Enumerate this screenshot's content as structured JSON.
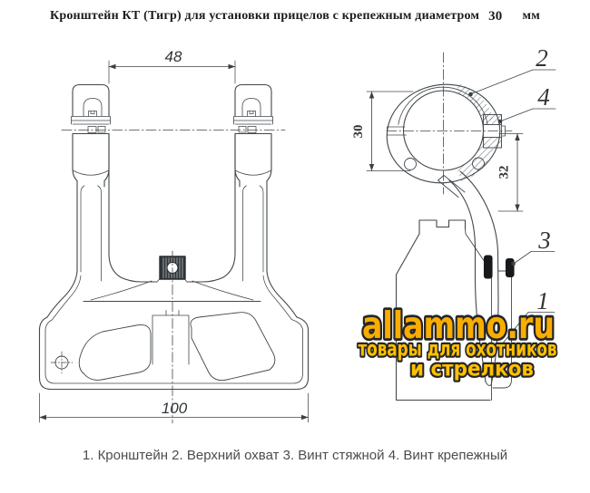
{
  "title": {
    "text": "Кронштейн КТ (Тигр) для установки прицелов с крепежным диаметром",
    "diameter_value": "30",
    "unit": "мм"
  },
  "front_view": {
    "dim_ring_spacing": "48",
    "dim_base_length": "100"
  },
  "side_view": {
    "dim_tube_diameter": "30",
    "dim_axis_offset": "32",
    "callouts": {
      "top_clamp": "2",
      "fixing_screw": "4",
      "clamping_screw": "3",
      "bracket": "1"
    }
  },
  "watermark": {
    "line1": "allammo.ru",
    "line2": "товары для охотников",
    "line3": "и стрелков",
    "primary_color": "#f9ad00",
    "secondary_color": "#ffc000",
    "outline_color": "#262626"
  },
  "legend": {
    "text": "1. Кронштейн  2. Верхний охват  3. Винт стяжной  4. Винт крепежный",
    "items": [
      "1. Кронштейн",
      "2. Верхний охват",
      "3. Винт стяжной",
      "4. Винт крепежный"
    ]
  },
  "drawing": {
    "line_color": "#41474b",
    "text_color": "#303538",
    "background": "#ffffff"
  }
}
